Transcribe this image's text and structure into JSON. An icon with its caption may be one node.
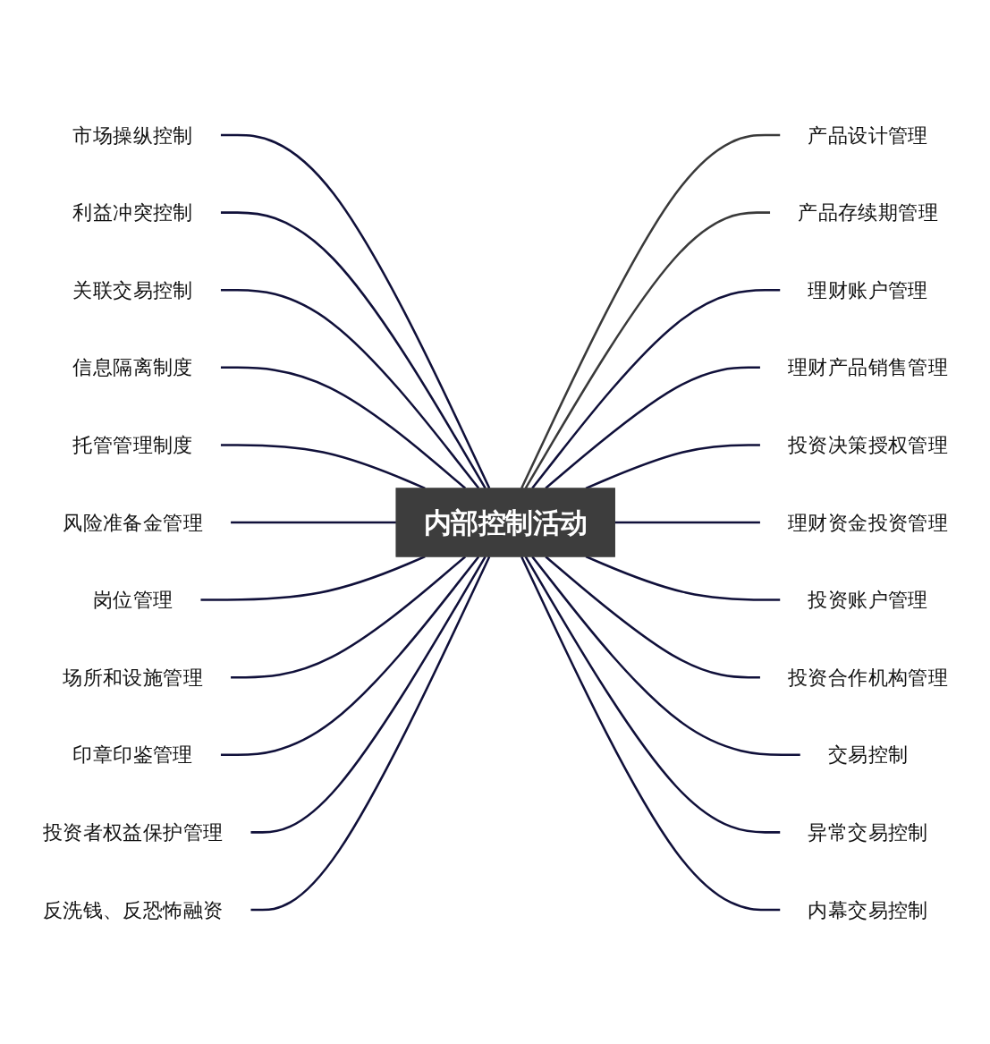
{
  "diagram": {
    "nodes": [
      {
        "text": [
          "内部控制活动"
        ]
      },
      {
        "text": [
          "市场操纵控制"
        ]
      },
      {
        "text": [
          "利益冲突控制"
        ]
      },
      {
        "text": [
          "关联交易控制"
        ]
      },
      {
        "text": [
          "信息隔离制度"
        ]
      },
      {
        "text": [
          "托管管理制度"
        ]
      },
      {
        "text": [
          "风险准备金管理"
        ]
      },
      {
        "text": [
          "岗位管理"
        ]
      },
      {
        "text": [
          "场所和设施管理"
        ]
      },
      {
        "text": [
          "印章印鉴管理"
        ]
      },
      {
        "text": [
          "投资者权益保护管理"
        ]
      },
      {
        "text": [
          "反洗钱、反恐怖融资"
        ]
      },
      {
        "text": [
          "产品设计管理"
        ]
      },
      {
        "text": [
          "产品存续期管理"
        ]
      },
      {
        "text": [
          "理财账户管理"
        ]
      },
      {
        "text": [
          "理财产品销售管理"
        ]
      },
      {
        "text": [
          "投资决策授权管理"
        ]
      },
      {
        "text": [
          "理财资金投资管理"
        ]
      },
      {
        "text": [
          "投资账户管理"
        ]
      },
      {
        "text": [
          "投资合作机构管理"
        ]
      },
      {
        "text": [
          "交易控制"
        ]
      },
      {
        "text": [
          "异常交易控制"
        ]
      },
      {
        "text": [
          "内幕交易控制"
        ]
      }
    ],
    "edges": [
      {
        "from": 1,
        "to": 0,
        "arrow": "none"
      },
      {
        "from": 2,
        "to": 0,
        "arrow": "none"
      },
      {
        "from": 3,
        "to": 0,
        "arrow": "none"
      },
      {
        "from": 4,
        "to": 0,
        "arrow": "none"
      },
      {
        "from": 5,
        "to": 0,
        "arrow": "none"
      },
      {
        "from": 6,
        "to": 0,
        "arrow": "none"
      },
      {
        "from": 7,
        "to": 0,
        "arrow": "none"
      },
      {
        "from": 8,
        "to": 0,
        "arrow": "none"
      },
      {
        "from": 9,
        "to": 0,
        "arrow": "none"
      },
      {
        "from": 10,
        "to": 0,
        "arrow": "none"
      },
      {
        "from": 11,
        "to": 0,
        "arrow": "none"
      },
      {
        "from": 0,
        "to": 12,
        "arrow": "none",
        "color": "#3a3a3a"
      },
      {
        "from": 0,
        "to": 13,
        "arrow": "none",
        "color": "#3a3a3a"
      },
      {
        "from": 0,
        "to": 14,
        "arrow": "none"
      },
      {
        "from": 0,
        "to": 15,
        "arrow": "none"
      },
      {
        "from": 0,
        "to": 16,
        "arrow": "none"
      },
      {
        "from": 0,
        "to": 17,
        "arrow": "none"
      },
      {
        "from": 0,
        "to": 18,
        "arrow": "none"
      },
      {
        "from": 0,
        "to": 19,
        "arrow": "none"
      },
      {
        "from": 0,
        "to": 20,
        "arrow": "none"
      },
      {
        "from": 0,
        "to": 21,
        "arrow": "none"
      },
      {
        "from": 0,
        "to": 22,
        "arrow": "none"
      }
    ]
  }
}
